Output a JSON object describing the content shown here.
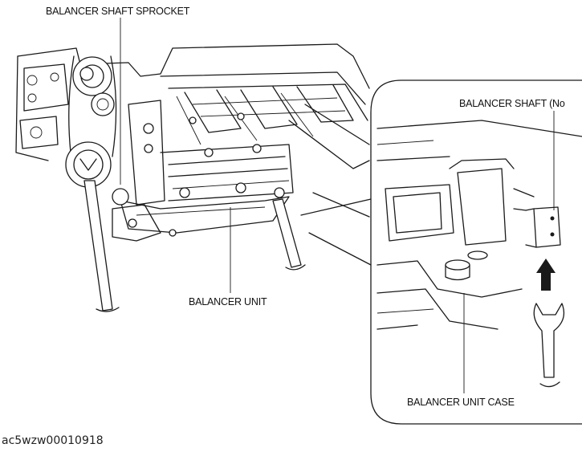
{
  "labels": {
    "balancer_shaft_sprocket": "BALANCER SHAFT SPROCKET",
    "balancer_unit": "BALANCER UNIT",
    "balancer_shaft_no": "BALANCER SHAFT (No",
    "balancer_unit_case": "BALANCER UNIT CASE"
  },
  "caption": "ac5wzw00010918"
}
